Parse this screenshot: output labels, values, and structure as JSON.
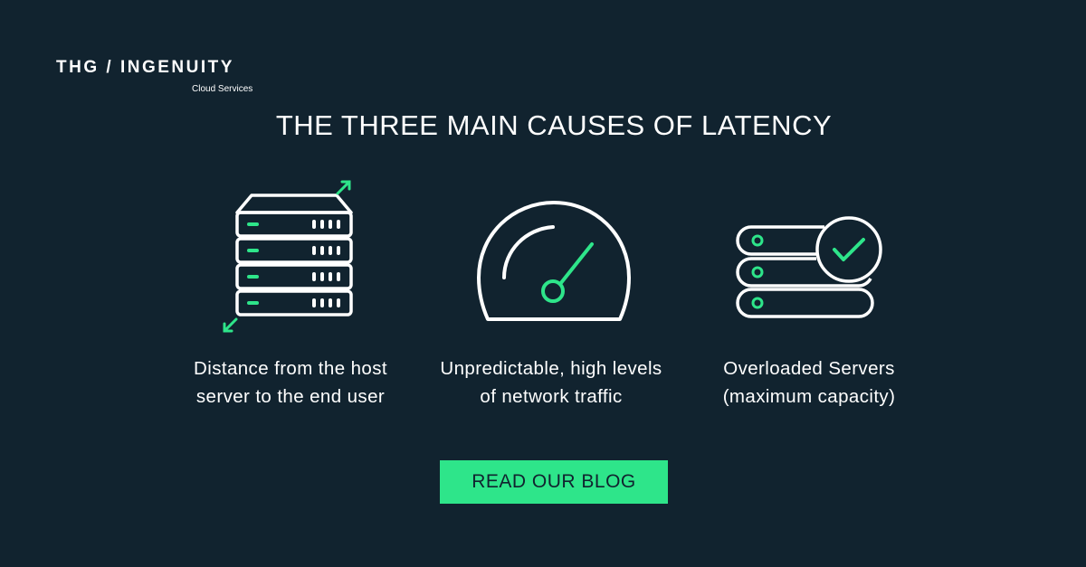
{
  "brand": {
    "name": "THG / INGENUITY",
    "subtitle": "Cloud Services"
  },
  "headline": "THE THREE MAIN CAUSES OF LATENCY",
  "causes": [
    {
      "icon": "server-rack-arrows-icon",
      "line1": "Distance from the host",
      "line2": "server to the end user"
    },
    {
      "icon": "speedometer-icon",
      "line1": "Unpredictable, high levels",
      "line2": "of network traffic"
    },
    {
      "icon": "server-check-icon",
      "line1": "Overloaded Servers",
      "line2": "(maximum capacity)"
    }
  ],
  "cta": {
    "label": "READ OUR BLOG"
  },
  "colors": {
    "background": "#11232f",
    "accent": "#2ee58a",
    "text": "#ffffff"
  }
}
